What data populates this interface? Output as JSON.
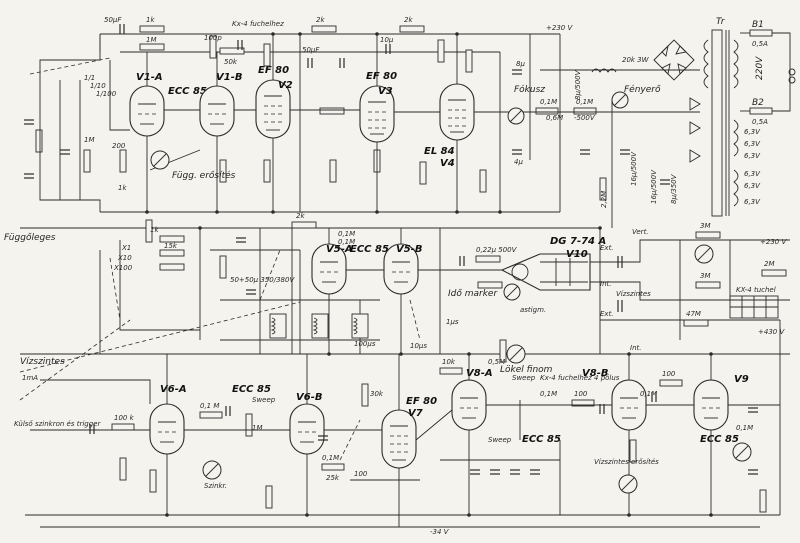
{
  "tubes": [
    {
      "id": "v1a",
      "name": "V1-A",
      "type": "ECC 85"
    },
    {
      "id": "v1b",
      "name": "V1-B",
      "type": ""
    },
    {
      "id": "v2",
      "name": "V2",
      "type": "EF 80"
    },
    {
      "id": "v3",
      "name": "V3",
      "type": "EF 80"
    },
    {
      "id": "v4",
      "name": "V4",
      "type": "EL 84"
    },
    {
      "id": "v5a",
      "name": "V5-A",
      "type": "ECC 85"
    },
    {
      "id": "v5b",
      "name": "V5-B",
      "type": ""
    },
    {
      "id": "v6a",
      "name": "V6-A",
      "type": "ECC 85"
    },
    {
      "id": "v6b",
      "name": "V6-B",
      "type": ""
    },
    {
      "id": "v7",
      "name": "V7",
      "type": "EF 80"
    },
    {
      "id": "v8a",
      "name": "V8-A",
      "type": ""
    },
    {
      "id": "v8b",
      "name": "V8-B",
      "type": "ECC 85"
    },
    {
      "id": "v9",
      "name": "V9",
      "type": "ECC 85"
    }
  ],
  "crt": {
    "name": "V10",
    "type": "DG 7-74 A"
  },
  "labels": {
    "fuggoleges": "Függőleges",
    "fugg_erosites": "Függ. erősítés",
    "kx4_top": "Kx-4 fuchelhez",
    "fokusz": "Fókusz",
    "fenyero": "Fényerő",
    "vizszintes_left": "Vízszintes",
    "kulso_szinkron": "Külső szinkron és trigger",
    "szinkr": "Szinkr.",
    "sweep": "Sweep",
    "lokel_finom": "Lökel finom",
    "kx4_4polus": "Kx-4 fuchelhez 4 pólus",
    "vizszintes_erosites": "Vízszintes erősítés",
    "vizszintes_mid": "Vízszintes",
    "vert": "Vert.",
    "ext": "Ext.",
    "int": "Int.",
    "ido_marker": "Idő marker",
    "astigm": "astigm.",
    "kx4_tuchel": "KX-4 tuchel",
    "plus230_top": "+230 V",
    "plus230_right": "+230 V",
    "plus430": "+430 V",
    "v220": "220V",
    "minus34": "-34 V",
    "minus500": "-500V",
    "ma1": "1mA"
  },
  "power": {
    "fuses": [
      "B1",
      "B2"
    ],
    "fuse_values": [
      "0,5A",
      "0,5A"
    ],
    "windings": [
      "6,3V",
      "6,3V",
      "6,3V",
      "6,3V",
      "6,3V",
      "6,3V"
    ],
    "transformer": "Tr",
    "caps": [
      "8µ/500V",
      "16µ/500V",
      "16µ/500V",
      "8µ/350V"
    ],
    "resistors": [
      "20k 3W",
      "0,1M",
      "0,1M",
      "0,6M",
      "2,2M"
    ]
  },
  "components": {
    "r_top": [
      "1k",
      "2k",
      "2k",
      "1k"
    ],
    "r_v1": [
      "1M",
      "1M",
      "200",
      "50k"
    ],
    "c_top": [
      "50µF",
      "100p",
      "50µF",
      "10µ",
      "8µ",
      "4µ"
    ],
    "r_v5": [
      "2k",
      "0,1M",
      "0,1M",
      "1k",
      "15k"
    ],
    "r_v6": [
      "100 k",
      "0,1 M",
      "1M",
      "25k"
    ],
    "r_v7": [
      "30k",
      "0,1M",
      "100"
    ],
    "r_v8": [
      "10k",
      "0,5M",
      "0,1M",
      "100"
    ],
    "r_v9": [
      "100",
      "0,1M",
      "0,1M"
    ],
    "r_right": [
      "3M",
      "3M",
      "47M",
      "2M"
    ],
    "c_misc": [
      "0,22µ 500V",
      "50+50µ 350/380V",
      "100µs",
      "10µs",
      "1µs"
    ]
  },
  "switch_labels": [
    "X1",
    "X10",
    "X100",
    "1/1",
    "1/10",
    "1/100"
  ]
}
